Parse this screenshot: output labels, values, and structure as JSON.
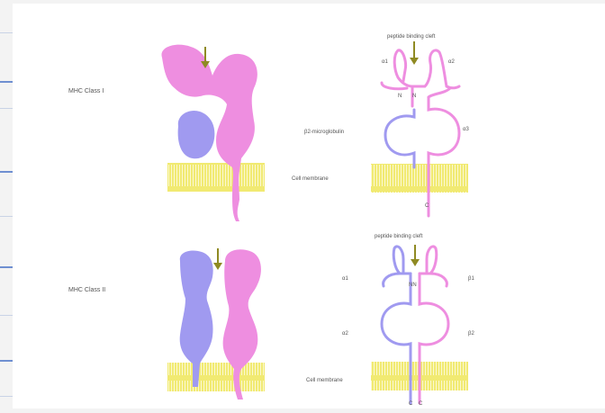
{
  "diagram": {
    "class1": {
      "title": "MHC Class I",
      "top_label": "peptide binding cleft",
      "domain_left": "α1",
      "domain_right": "α2",
      "domain_lower": "α3",
      "n_left": "N",
      "n_right": "N",
      "b2m_label": "β2-microglobulin",
      "membrane_label": "Cell membrane",
      "c_label": "C"
    },
    "class2": {
      "title": "MHC Class II",
      "top_label": "peptide binding cleft",
      "alpha1": "α1",
      "alpha2": "α2",
      "beta1": "β1",
      "beta2": "β2",
      "nn_label": "NN",
      "membrane_label": "Cell membrane",
      "c_left": "C",
      "c_right": "C"
    }
  },
  "colors": {
    "pink": "#ee8ee0",
    "violet": "#a09af0",
    "membrane": "#f1ea72",
    "arrow": "#8f8a23"
  }
}
